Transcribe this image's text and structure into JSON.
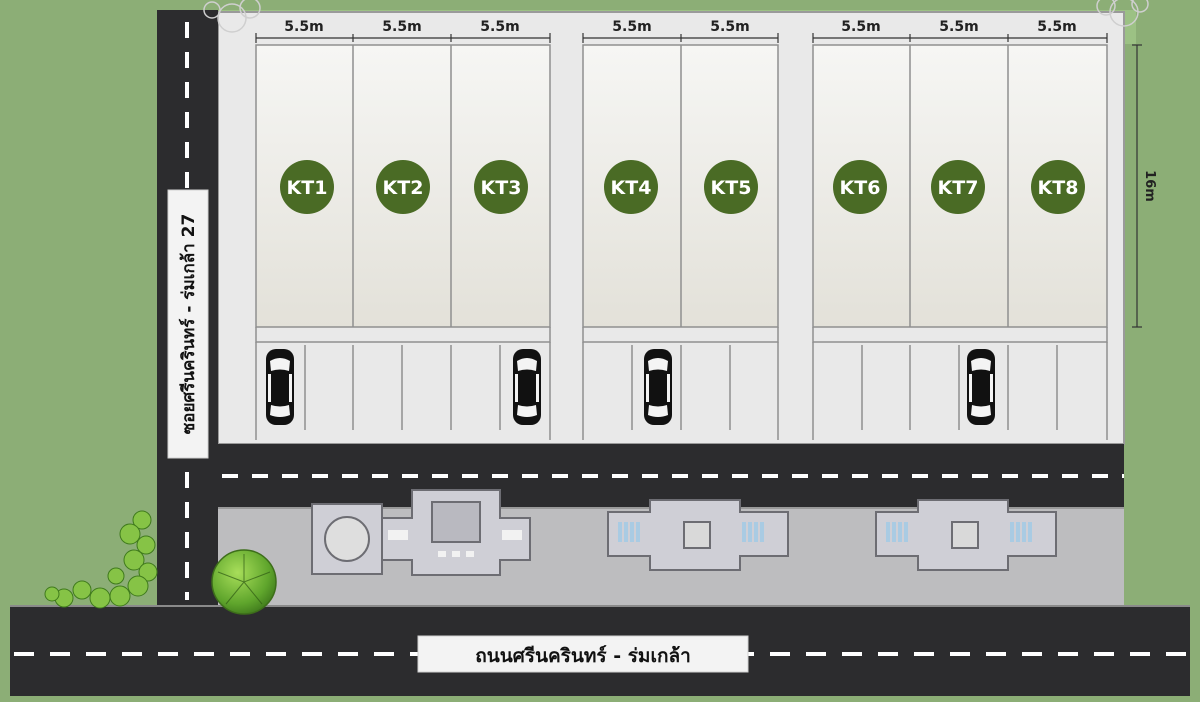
{
  "roads": {
    "main_road_name": "ถนนศรีนครินทร์ - ร่มเกล้า",
    "side_road_name": "ซอยศรีนครินทร์ - ร่มเกล้า 27"
  },
  "units": [
    {
      "label": "KT1"
    },
    {
      "label": "KT2"
    },
    {
      "label": "KT3"
    },
    {
      "label": "KT4"
    },
    {
      "label": "KT5"
    },
    {
      "label": "KT6"
    },
    {
      "label": "KT7"
    },
    {
      "label": "KT8"
    }
  ],
  "unit_width_labels": [
    "5.5m",
    "5.5m",
    "5.5m",
    "5.5m",
    "5.5m",
    "5.5m",
    "5.5m",
    "5.5m"
  ],
  "unit_depth_label": "16m",
  "colors": {
    "grass": "#8cae76",
    "road": "#2c2c2e",
    "lot": "#e9e9e9",
    "unit_fill": "#ecebe6",
    "badge": "#4a6b25",
    "lane_mark": "#ffffff"
  },
  "icons": {
    "car": "car-icon",
    "tree": "tree-icon",
    "shrub": "shrub-icon",
    "kiosk": "kiosk-icon"
  }
}
